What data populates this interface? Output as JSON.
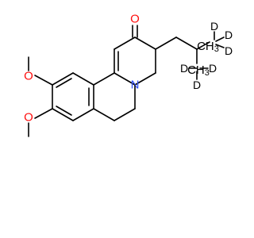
{
  "atoms": {
    "ketone_o": "O",
    "ring_n": "N",
    "methoxy_o_upper": "O",
    "methoxy_o_lower": "O",
    "ch3_upper": "CH",
    "ch3_lower": "CH",
    "ch3_subscript": "3",
    "deuterium": "D"
  },
  "colors": {
    "oxygen": "#ff0d0d",
    "nitrogen": "#3050f8",
    "carbon": "#000000",
    "bond": "#000000",
    "background": "#ffffff"
  }
}
